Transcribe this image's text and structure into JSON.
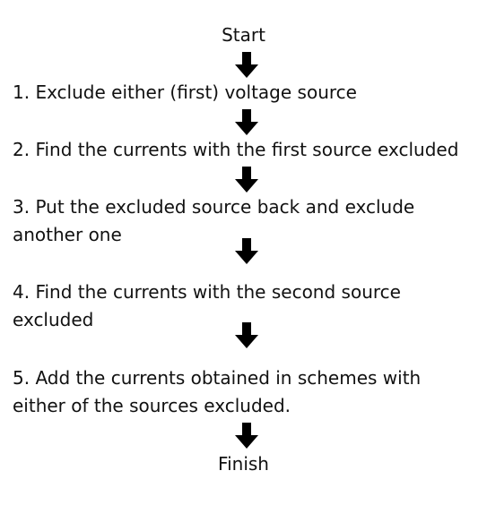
{
  "flowchart": {
    "start": "Start",
    "steps": [
      "1. Exclude either (first) voltage source",
      "2. Find the currents with the first source excluded",
      "3. Put the excluded source back and exclude another one",
      "4. Find the currents with the second source excluded",
      "5. Add the currents obtained in schemes with either of the sources excluded."
    ],
    "finish": "Finish"
  }
}
